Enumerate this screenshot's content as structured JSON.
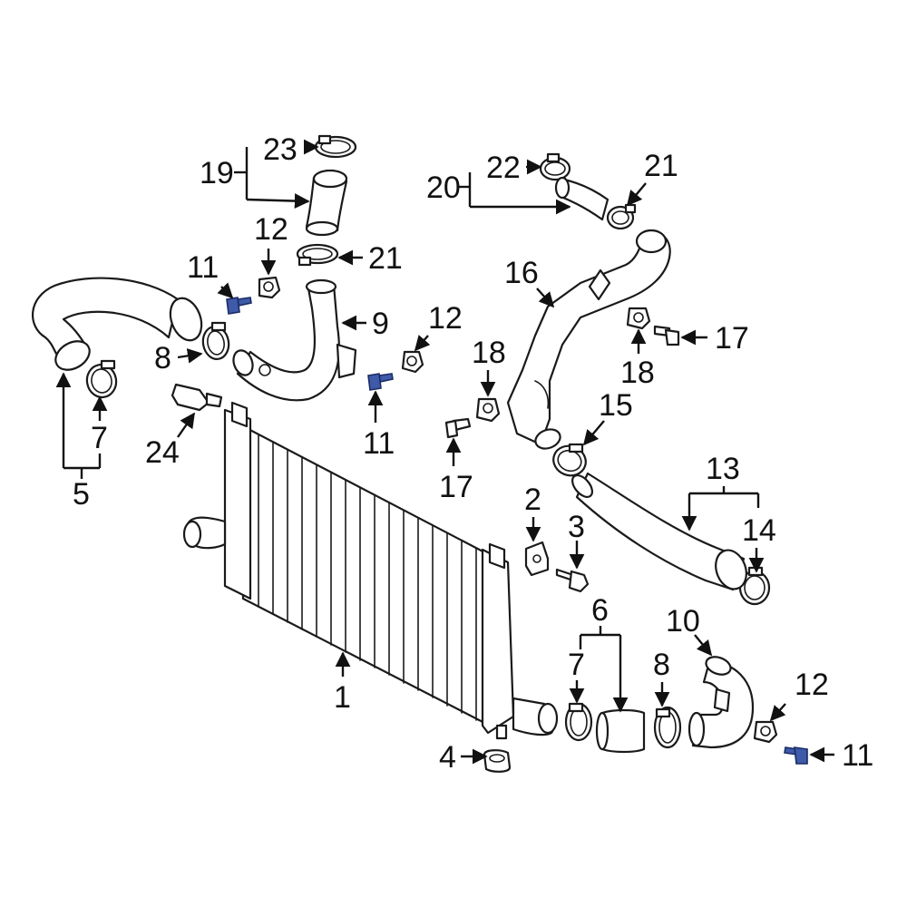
{
  "callouts": {
    "c1": "1",
    "c2": "2",
    "c3": "3",
    "c4": "4",
    "c5": "5",
    "c6": "6",
    "c7a": "7",
    "c7b": "7",
    "c8a": "8",
    "c8b": "8",
    "c9": "9",
    "c10": "10",
    "c11a": "11",
    "c11b": "11",
    "c11c": "11",
    "c12a": "12",
    "c12b": "12",
    "c12c": "12",
    "c13": "13",
    "c14": "14",
    "c15": "15",
    "c16": "16",
    "c17a": "17",
    "c17b": "17",
    "c18a": "18",
    "c18b": "18",
    "c19": "19",
    "c20": "20",
    "c21a": "21",
    "c21b": "21",
    "c22": "22",
    "c23": "23",
    "c24": "24"
  },
  "colors": {
    "highlight": "#3e5aa8",
    "line": "#1a1a1a",
    "background": "#ffffff"
  }
}
